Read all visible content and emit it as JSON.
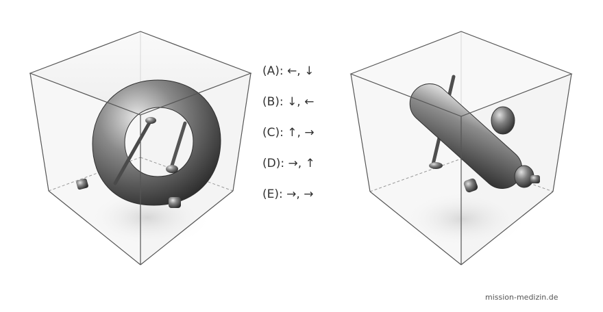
{
  "options": [
    {
      "label": "(A):",
      "arrows": "←, ↓"
    },
    {
      "label": "(B):",
      "arrows": "↓, ←"
    },
    {
      "label": "(C):",
      "arrows": "↑, →"
    },
    {
      "label": "(D):",
      "arrows": "→, ↑"
    },
    {
      "label": "(E):",
      "arrows": "→, →"
    }
  ],
  "watermark": "mission-medizin.de",
  "colors": {
    "cube_edge": "#555555",
    "object_metal": "#7a7a7a",
    "text": "#333333"
  }
}
